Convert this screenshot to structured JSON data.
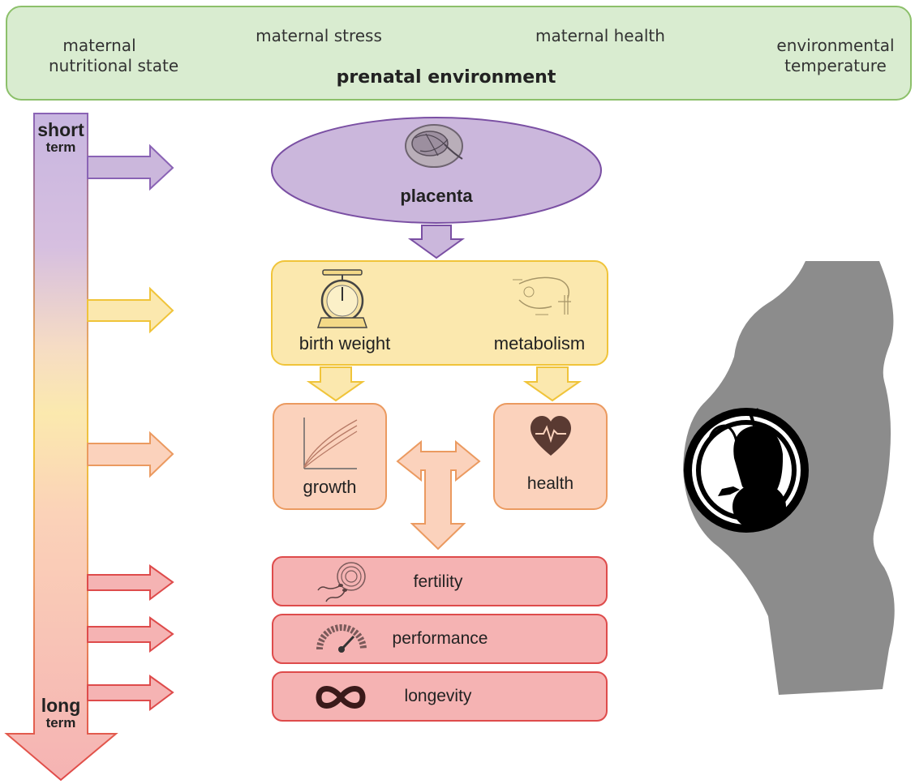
{
  "environment": {
    "title": "prenatal environment",
    "factors": [
      "maternal nutritional state",
      "maternal stress",
      "maternal health",
      "environmental temperature"
    ],
    "factor_lines": {
      "nutrition_1": "maternal",
      "nutrition_2": "nutritional state",
      "stress": "maternal stress",
      "health": "maternal health",
      "temperature_1": "environmental",
      "temperature_2": "temperature"
    }
  },
  "timeline": {
    "start_1": "short",
    "start_2": "term",
    "end_1": "long",
    "end_2": "term"
  },
  "nodes": {
    "placenta": "placenta",
    "birth_weight": "birth weight",
    "metabolism": "metabolism",
    "growth": "growth",
    "health": "health",
    "fertility": "fertility",
    "performance": "performance",
    "longevity": "longevity"
  },
  "colors": {
    "environment_fill": "#d9ecd0",
    "environment_stroke": "#8cc06a",
    "placenta_fill": "#cbb7dc",
    "placenta_stroke": "#7a4fa3",
    "yellow_fill": "#fbe8ae",
    "yellow_stroke": "#f0c43a",
    "orange_fill": "#fbd2bc",
    "orange_stroke": "#eb9a60",
    "red_fill": "#f5b3b3",
    "red_stroke": "#de4b4b",
    "silhouette": "#8c8c8c"
  },
  "icons": [
    "placenta-image",
    "scale-icon",
    "metabolism-chart-icon",
    "growth-chart-icon",
    "heart-icon",
    "sperm-egg-icon",
    "speedometer-icon",
    "infinity-icon",
    "pregnant-silhouette"
  ]
}
